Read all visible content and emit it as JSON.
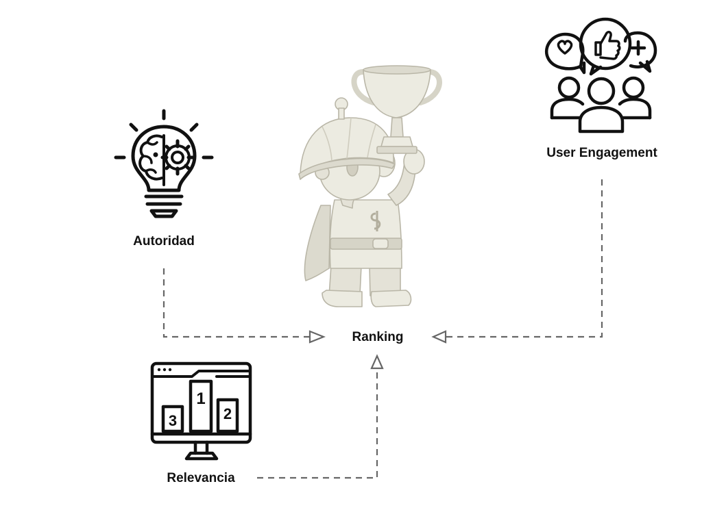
{
  "nodes": {
    "autoridad": {
      "label": "Autoridad",
      "icon": "lightbulb-brain-gear-icon"
    },
    "user_engagement": {
      "label": "User Engagement",
      "icon": "people-reactions-icon"
    },
    "ranking": {
      "label": "Ranking",
      "icon": "trophy-mascot-figure"
    },
    "relevancia": {
      "label": "Relevancia",
      "icon": "podium-monitor-icon"
    }
  },
  "edges": [
    {
      "from": "autoridad",
      "to": "ranking",
      "style": "dashed"
    },
    {
      "from": "user_engagement",
      "to": "ranking",
      "style": "dashed"
    },
    {
      "from": "relevancia",
      "to": "ranking",
      "style": "dashed"
    }
  ],
  "colors": {
    "stroke": "#111111",
    "connector": "#666666",
    "figure_fill": "#ecebe1",
    "figure_shade": "#d6d4c7",
    "figure_outline": "#b9b6a7"
  }
}
